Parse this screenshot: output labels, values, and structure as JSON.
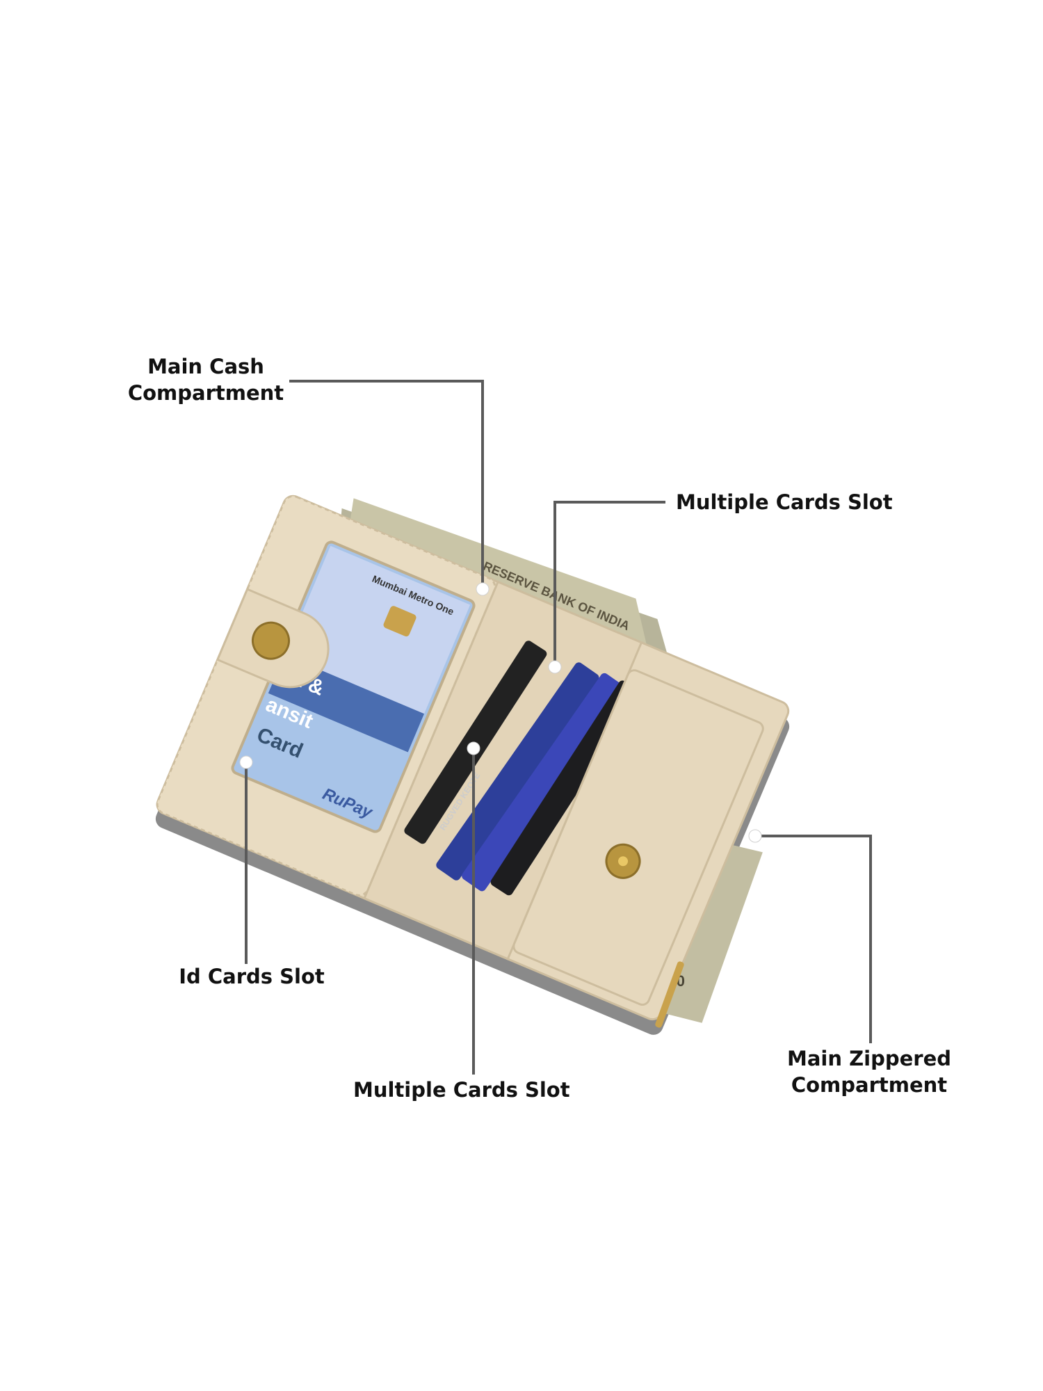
{
  "callouts": [
    {
      "id": "main-cash",
      "lines": [
        "Main Cash",
        "Compartment"
      ]
    },
    {
      "id": "multiple-cards-top",
      "lines": [
        "Multiple Cards Slot"
      ]
    },
    {
      "id": "id-cards",
      "lines": [
        "Id Cards Slot"
      ]
    },
    {
      "id": "multiple-cards-bottom",
      "lines": [
        "Multiple Cards Slot"
      ]
    },
    {
      "id": "main-zippered",
      "lines": [
        "Main Zippered",
        "Compartment"
      ]
    }
  ],
  "photo_text": {
    "metro_card": "Mumbai Metro One",
    "metro_card_line1": "et &",
    "metro_card_line2": "ansit",
    "metro_card_line3": "Card",
    "rupay": "RuPay",
    "banknote": "RESERVE BANK OF INDIA",
    "banknote_value": "500",
    "card_name": "RUGVED KEOTE"
  },
  "colors": {
    "wallet": "#e6d8bd",
    "wallet_shadow": "#cdbd9e",
    "callout_line": "#5a5a5a",
    "zipper": "#4d5a52",
    "snap": "#b8953f"
  }
}
